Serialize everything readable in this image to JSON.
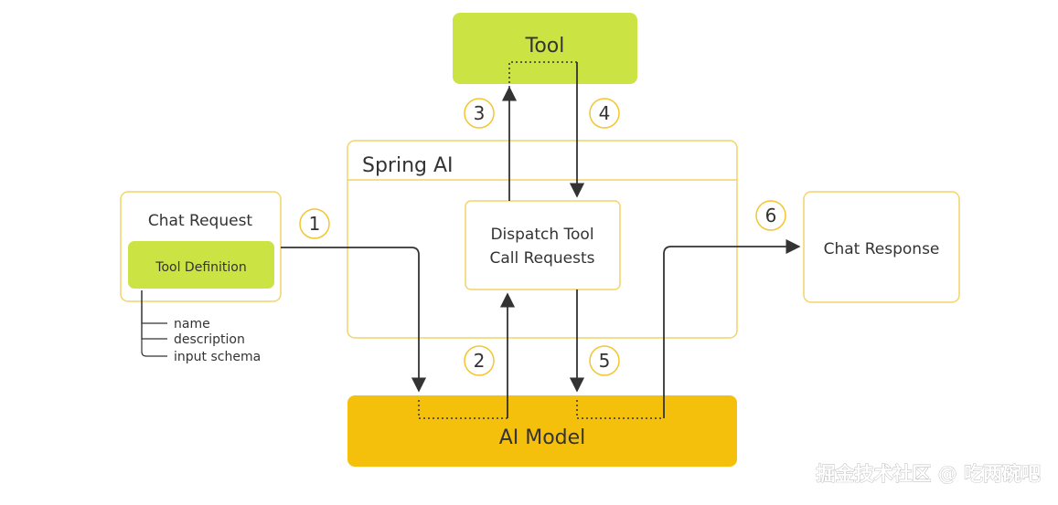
{
  "colors": {
    "tool_fill": "#cbe443",
    "model_fill": "#f5c00c",
    "border_yellow": "#f3d46a",
    "line": "#333333"
  },
  "nodes": {
    "tool": "Tool",
    "spring_ai": "Spring AI",
    "dispatch_line1": "Dispatch Tool",
    "dispatch_line2": "Call Requests",
    "chat_request": "Chat Request",
    "tool_definition": "Tool Definition",
    "chat_response": "Chat Response",
    "ai_model": "AI Model"
  },
  "tool_definition_fields": [
    "name",
    "description",
    "input schema"
  ],
  "steps": [
    "1",
    "2",
    "3",
    "4",
    "5",
    "6"
  ],
  "watermark": "掘金技术社区 @ 吃两碗吧"
}
